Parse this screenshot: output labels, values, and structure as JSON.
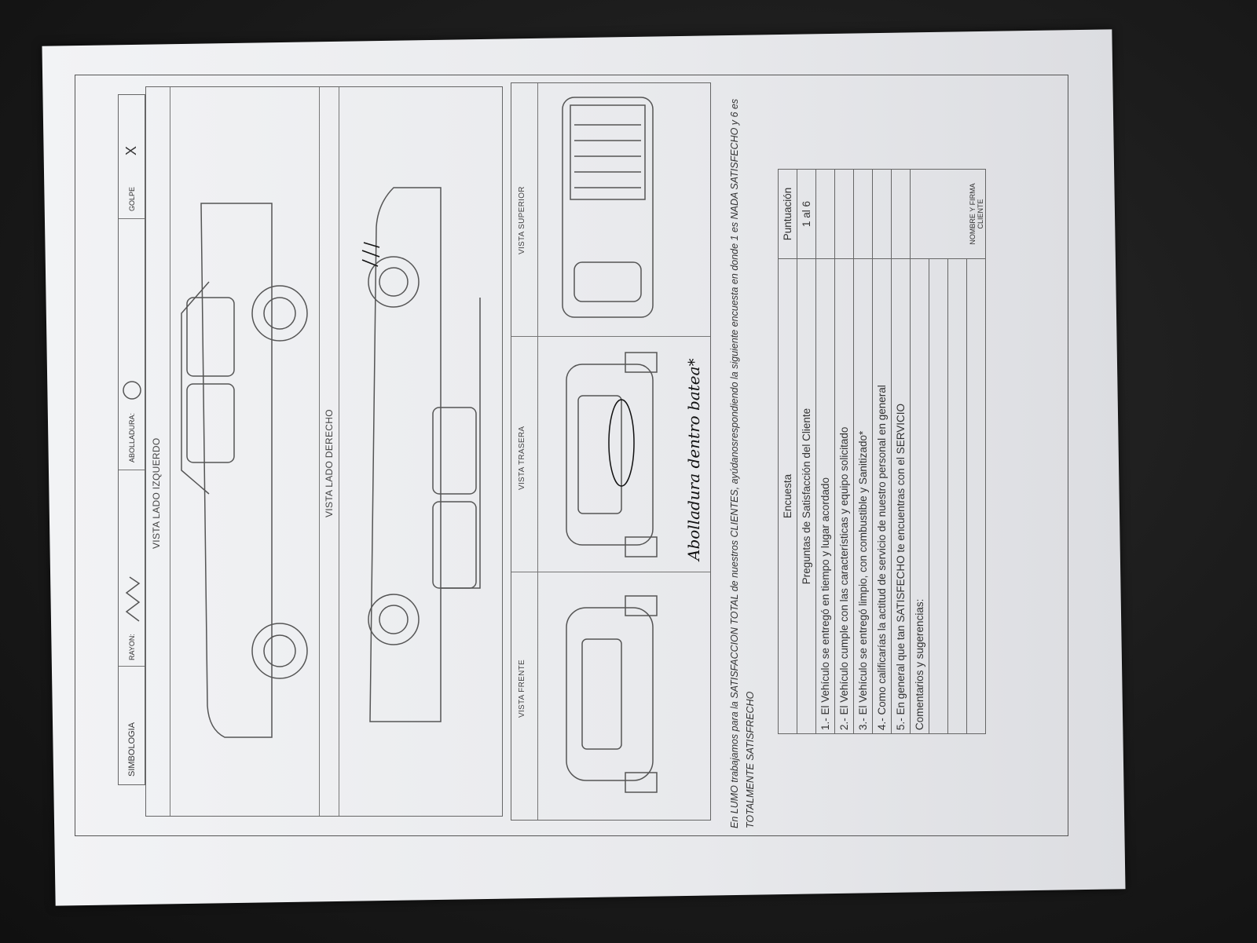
{
  "symbology": {
    "title": "SIMBOLOGIA",
    "scratch_label": "RAYON:",
    "dent_label": "ABOLLADURA:",
    "hit_label": "GOLPE",
    "hit_symbol": "X"
  },
  "views": {
    "left": "VISTA LADO IZQUERDO",
    "right": "VISTA LADO DERECHO",
    "front": "VISTA FRENTE",
    "rear": "VISTA TRASERA",
    "top": "VISTA SUPERIOR"
  },
  "handwritten_note": "Abolladura dentro batea*",
  "intro_text": "En LUMO trabajamos para la SATISFACCION TOTAL de nuestros CLIENTES, ayúdanosrespondiendo la siguiente encuesta en donde 1 es NADA SATISFECHO y 6 es TOTALMENTE SATISFRECHO",
  "survey": {
    "title": "Encuesta",
    "score_header": "Puntuación",
    "subtitle": "Preguntas de Satisfacción del Cliente",
    "score_range": "1 al 6",
    "questions": [
      "1.- El Vehículo se entregó en tiempo y lugar acordado",
      "2.- El Vehículo cumple con las características y equipo solicitado",
      "3.- El Vehículo se entregó limpio, con combustible y Sanitizado*",
      "4.- Como calificarías la actitud de servicio de nuestro personal en general",
      "5.- En general que tan SATISFECHO te encuentras con el SERVICIO"
    ],
    "comments_label": "Comentarios y sugerencias:",
    "signature_label": "NOMBRE Y FIRMA CLIENTE"
  }
}
